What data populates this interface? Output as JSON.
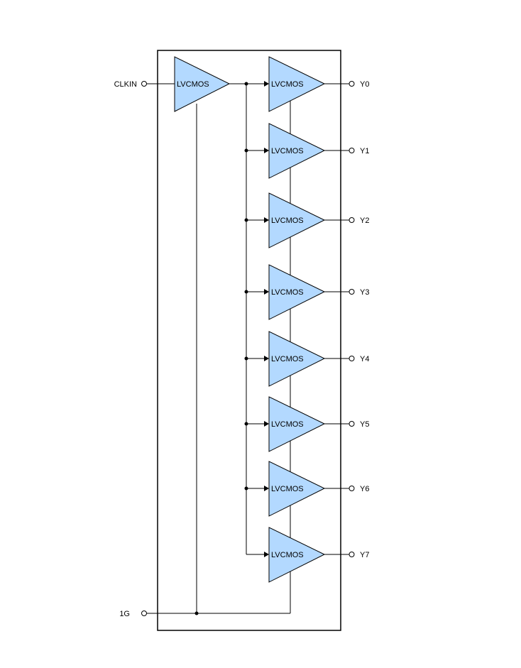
{
  "colors": {
    "buffer_fill": "#b3d9ff",
    "stroke": "#000000",
    "background": "#ffffff"
  },
  "inputs": {
    "clock_label": "CLKIN",
    "enable_label": "1G"
  },
  "input_buffer": {
    "label": "LVCMOS"
  },
  "output_buffers": [
    {
      "label": "LVCMOS",
      "pin": "Y0"
    },
    {
      "label": "LVCMOS",
      "pin": "Y1"
    },
    {
      "label": "LVCMOS",
      "pin": "Y2"
    },
    {
      "label": "LVCMOS",
      "pin": "Y3"
    },
    {
      "label": "LVCMOS",
      "pin": "Y4"
    },
    {
      "label": "LVCMOS",
      "pin": "Y5"
    },
    {
      "label": "LVCMOS",
      "pin": "Y6"
    },
    {
      "label": "LVCMOS",
      "pin": "Y7"
    }
  ]
}
